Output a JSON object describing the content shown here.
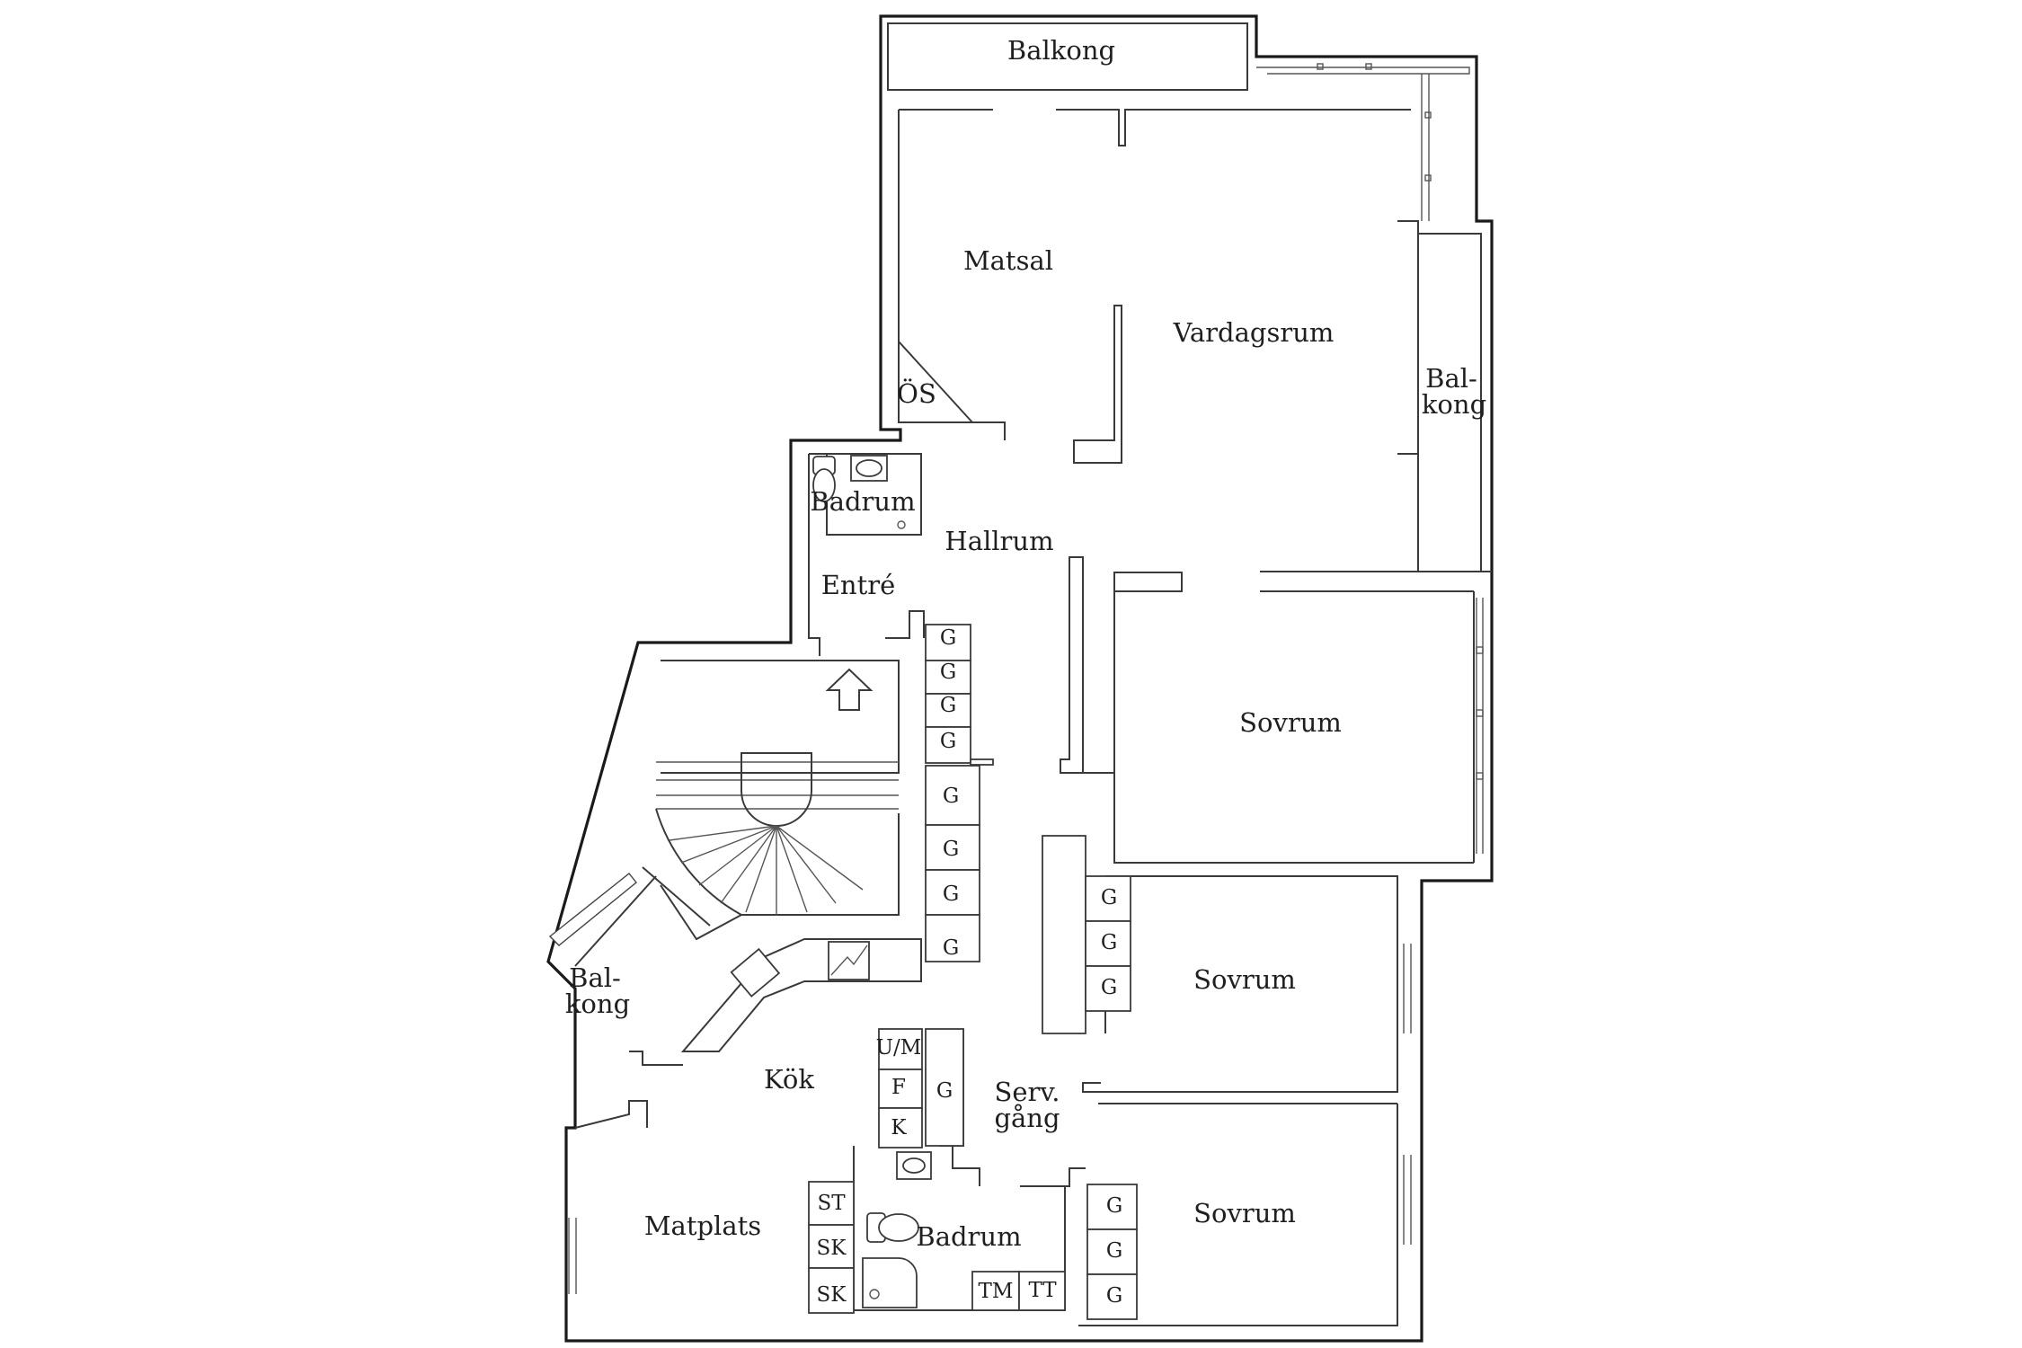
{
  "rooms": {
    "balkong_top": "Balkong",
    "matsal": "Matsal",
    "vardagsrum": "Vardagsrum",
    "balkong_right_1": "Bal-",
    "balkong_right_2": "kong",
    "os": "ÖS",
    "badrum_top": "Badrum",
    "hallrum": "Hallrum",
    "entre": "Entré",
    "sovrum_1": "Sovrum",
    "sovrum_2": "Sovrum",
    "sovrum_3": "Sovrum",
    "balkong_left_1": "Bal-",
    "balkong_left_2": "kong",
    "kok": "Kök",
    "serv_1": "Serv.",
    "serv_2": "gång",
    "matplats": "Matplats",
    "badrum_bottom": "Badrum"
  },
  "cabinets": {
    "g": "G",
    "um": "U/M",
    "f": "F",
    "k": "K",
    "st": "ST",
    "sk": "SK",
    "tm": "TM",
    "tt": "TT"
  }
}
